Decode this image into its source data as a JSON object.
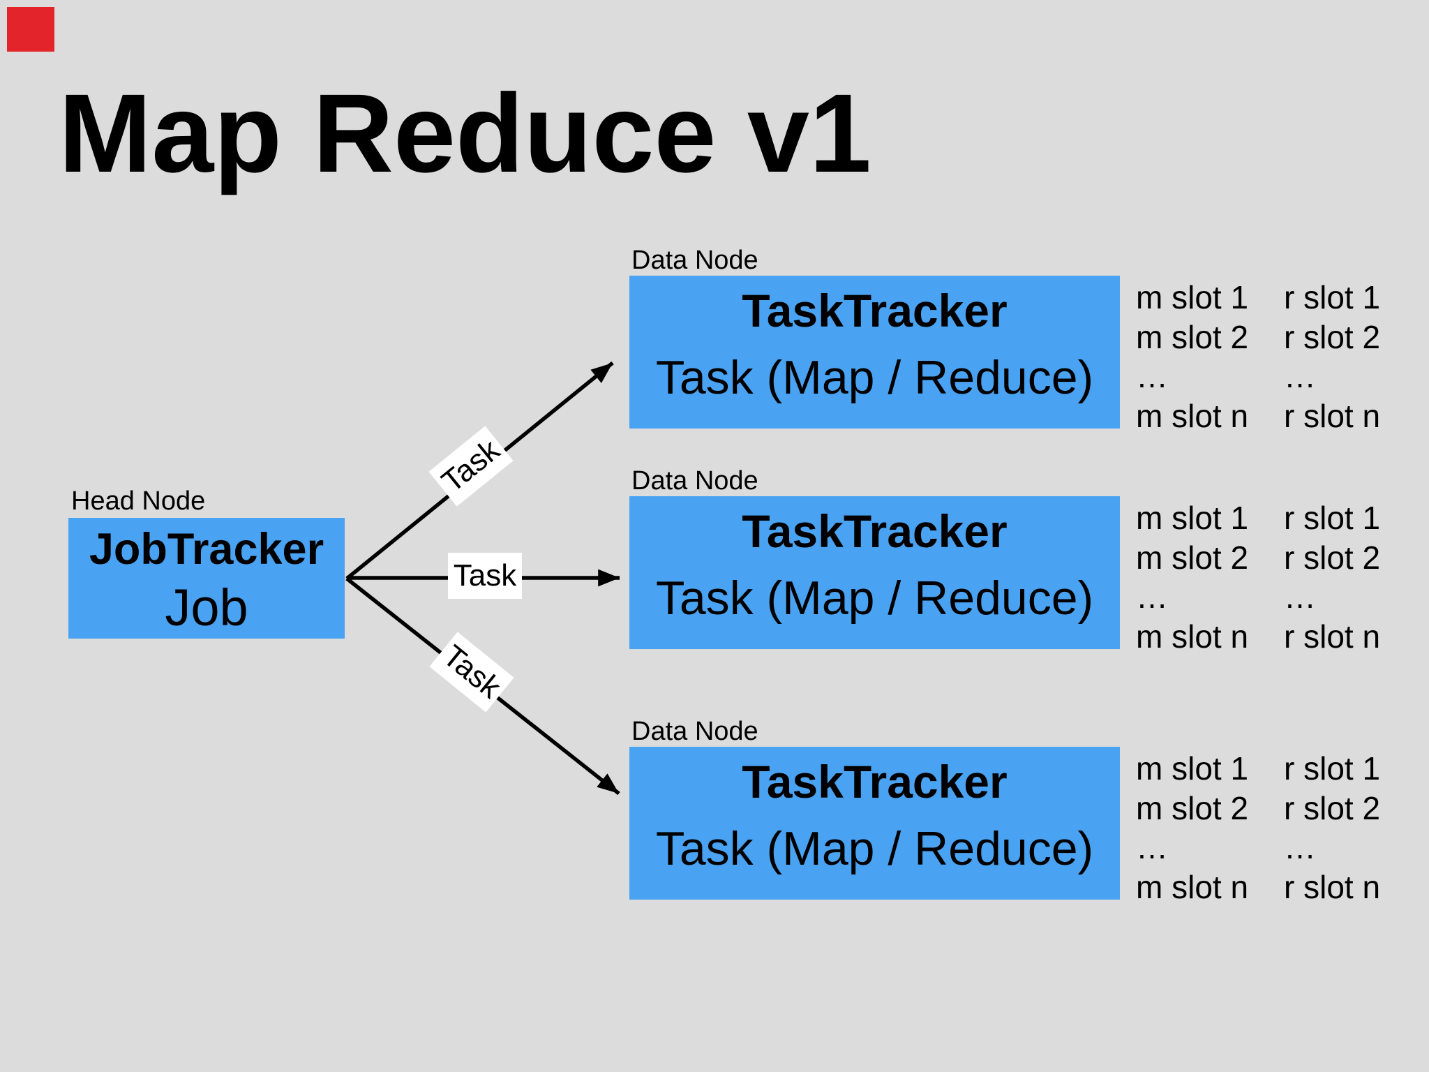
{
  "title": "Map Reduce v1",
  "colors": {
    "background": "#dcdcdc",
    "node_blue": "#4aa3f2",
    "label_bg": "#ffffff",
    "text_black": "#000000",
    "marker_red": "#e3242b"
  },
  "head_node": {
    "label": "Head Node",
    "title": "JobTracker",
    "subtitle": "Job"
  },
  "task_labels": [
    "Task",
    "Task",
    "Task"
  ],
  "data_nodes": [
    {
      "label": "Data Node",
      "title": "TaskTracker",
      "subtitle": "Task (Map / Reduce)",
      "slots": [
        {
          "m": "m slot 1",
          "r": "r slot 1"
        },
        {
          "m": "m slot 2",
          "r": "r slot 2"
        },
        {
          "m": "…",
          "r": "…"
        },
        {
          "m": "m slot n",
          "r": "r slot n"
        }
      ]
    },
    {
      "label": "Data Node",
      "title": "TaskTracker",
      "subtitle": "Task (Map / Reduce)",
      "slots": [
        {
          "m": "m slot 1",
          "r": "r slot 1"
        },
        {
          "m": "m slot 2",
          "r": "r slot 2"
        },
        {
          "m": "…",
          "r": "…"
        },
        {
          "m": "m slot n",
          "r": "r slot n"
        }
      ]
    },
    {
      "label": "Data Node",
      "title": "TaskTracker",
      "subtitle": "Task (Map / Reduce)",
      "slots": [
        {
          "m": "m slot 1",
          "r": "r slot 1"
        },
        {
          "m": "m slot 2",
          "r": "r slot 2"
        },
        {
          "m": "…",
          "r": "…"
        },
        {
          "m": "m slot n",
          "r": "r slot n"
        }
      ]
    }
  ]
}
